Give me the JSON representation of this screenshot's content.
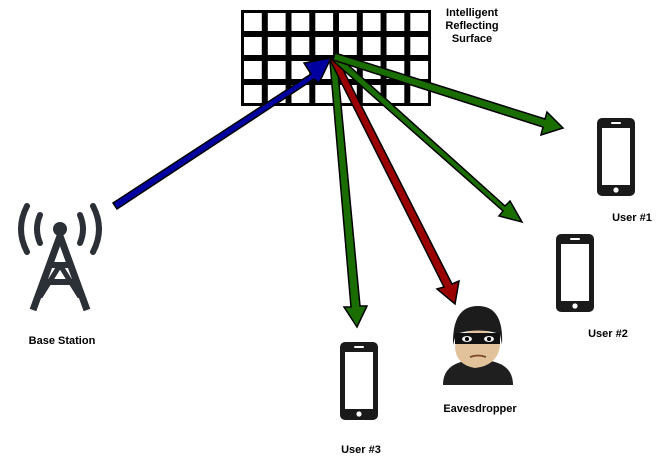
{
  "labels": {
    "irs_line1": "Intelligent",
    "irs_line2": "Reflecting",
    "irs_line3": "Surface",
    "base_station": "Base Station",
    "user1": "User #1",
    "user2": "User #2",
    "user3": "User #3",
    "eavesdropper": "Eavesdropper"
  },
  "colors": {
    "incident_arrow": "#0000a0",
    "legit_arrow": "#1a6e00",
    "eve_arrow": "#9b0000",
    "outline": "#000000",
    "device": "#1a1a1a",
    "tower": "#2b2f36"
  },
  "irs_grid": {
    "rows": 4,
    "cols": 8
  },
  "icons": [
    "antenna-tower-icon",
    "smartphone-icon",
    "eavesdropper-icon"
  ]
}
